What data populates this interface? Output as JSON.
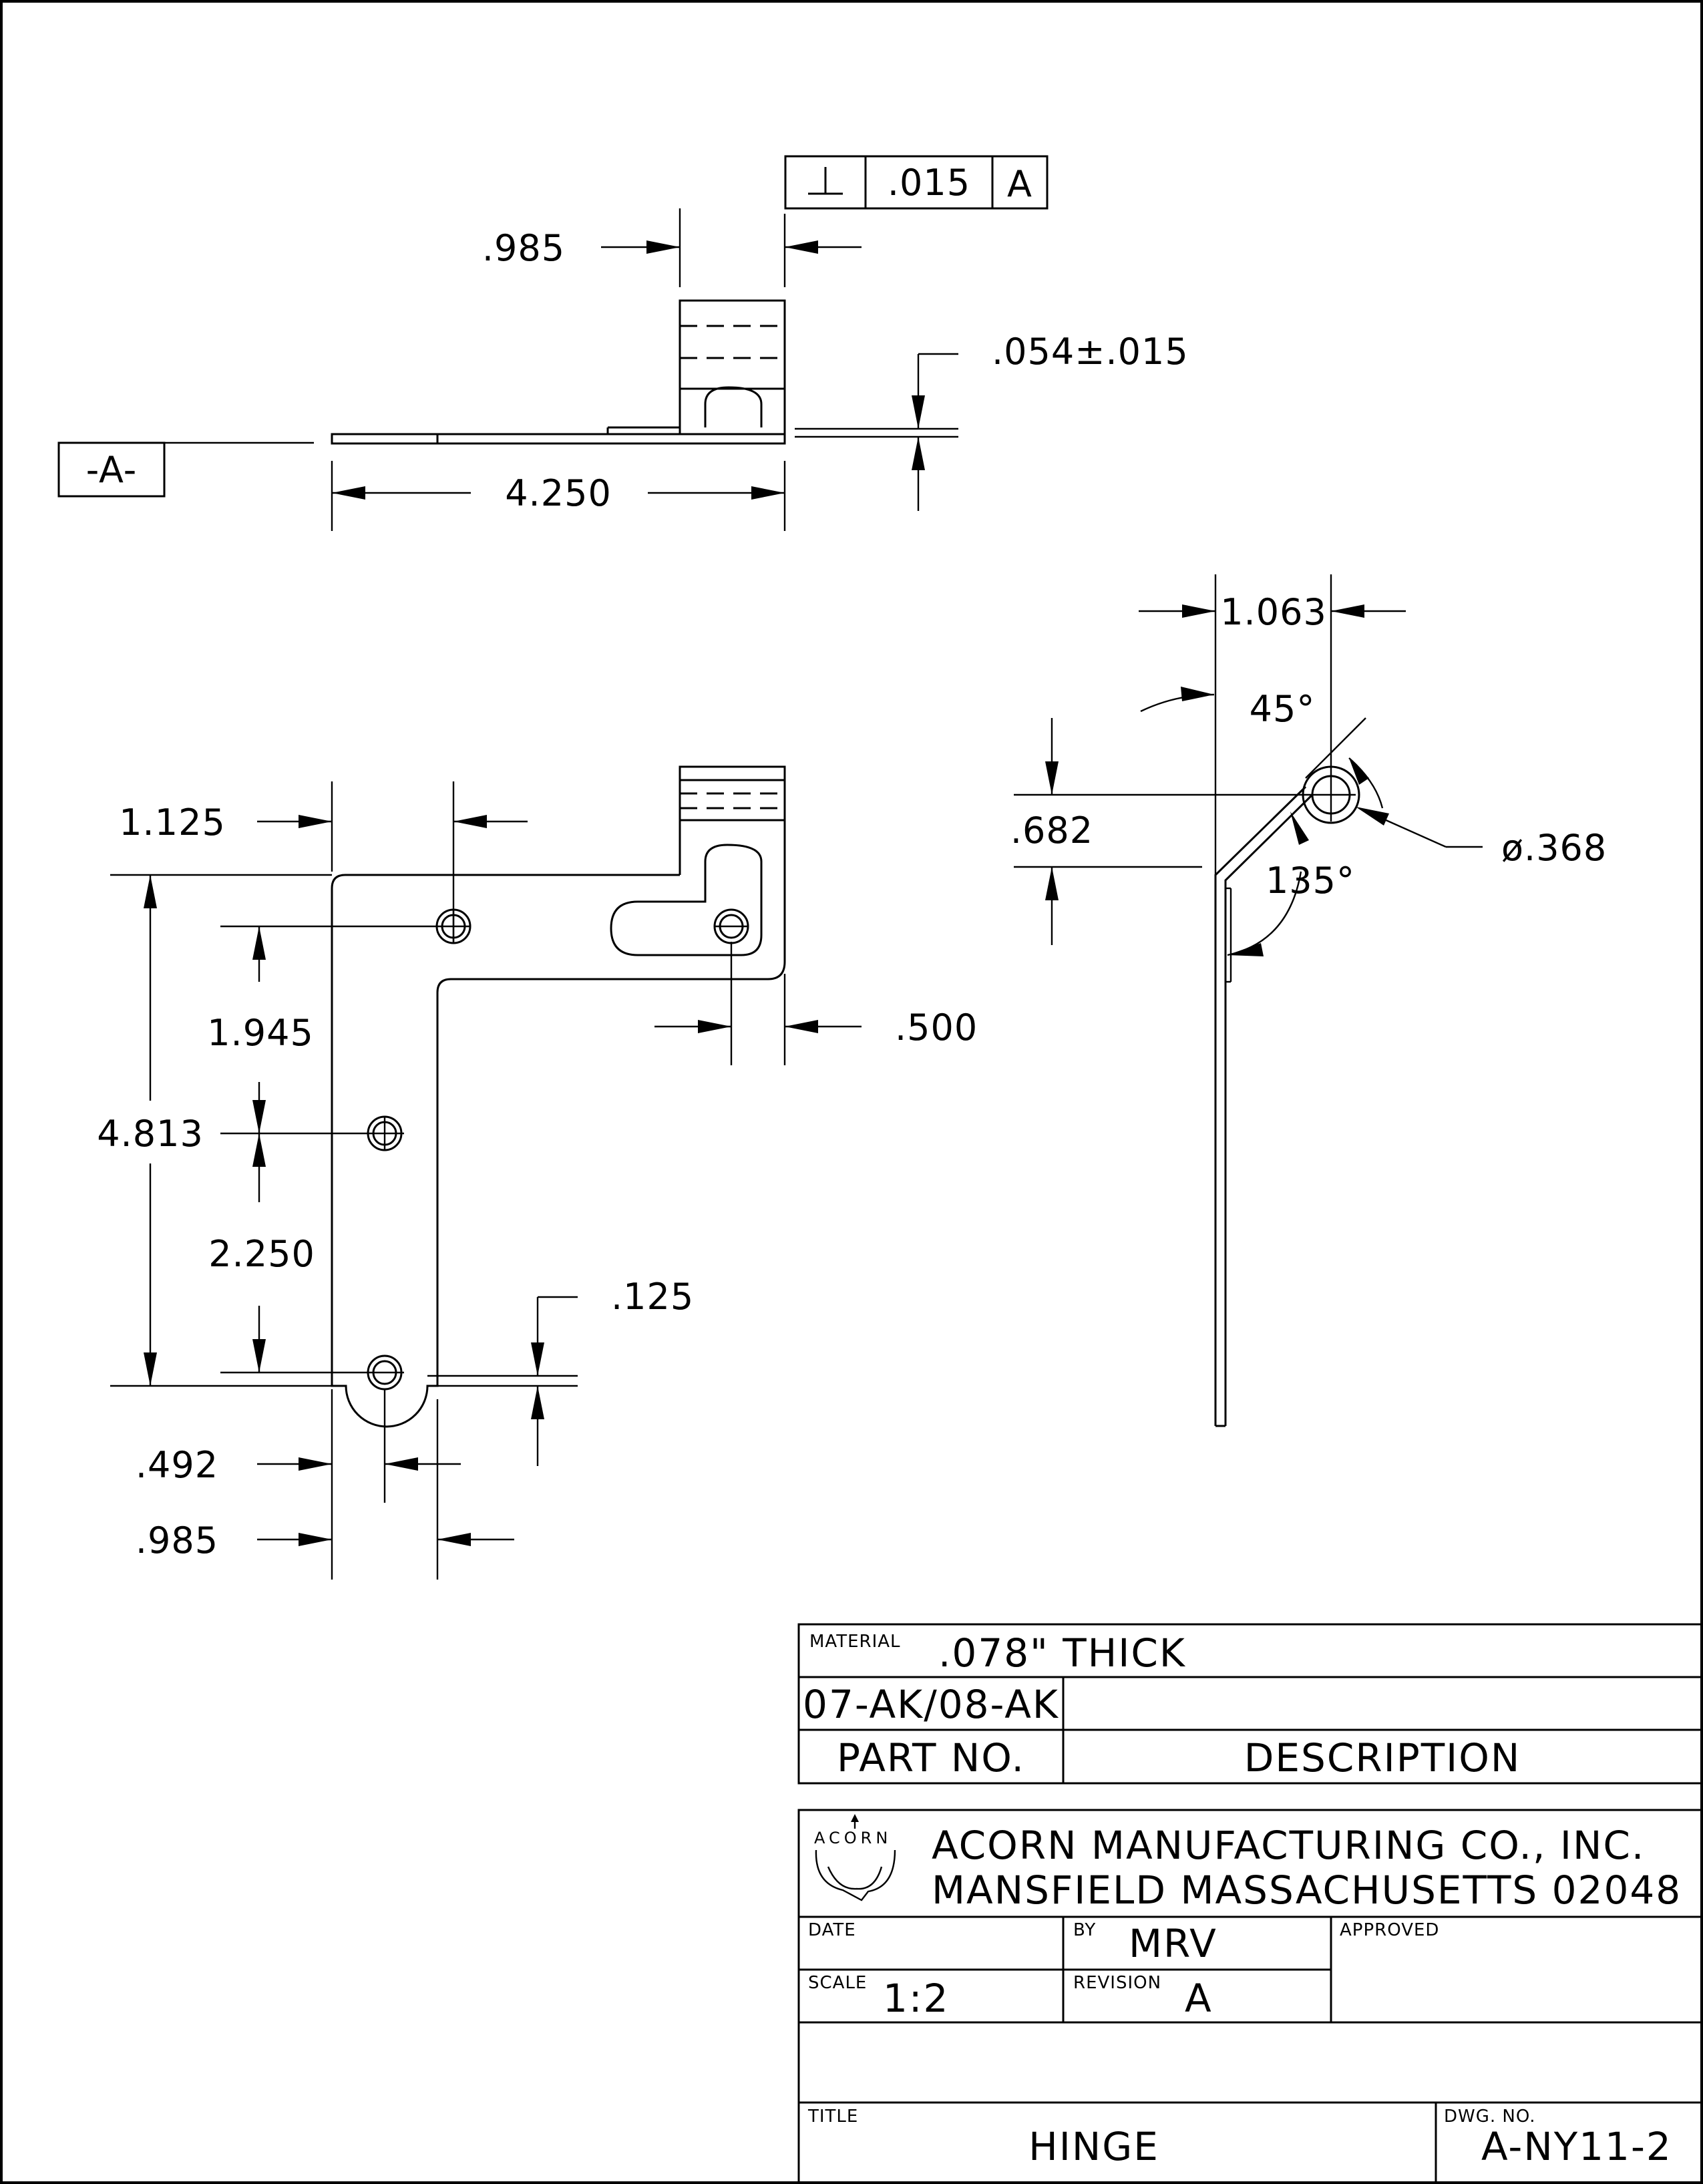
{
  "drawing": {
    "gdt_frame": {
      "symbol": "⊥",
      "tolerance": ".015",
      "datum": "A"
    },
    "datum_label": "-A-",
    "dimensions": {
      "top_width": ".985",
      "top_length": "4.250",
      "top_thickness": ".054±.015",
      "plan_1125": "1.125",
      "plan_1945": "1.945",
      "plan_4813": "4.813",
      "plan_2250": "2.250",
      "plan_125": ".125",
      "plan_492": ".492",
      "plan_985": ".985",
      "plan_500": ".500",
      "side_1063": "1.063",
      "side_45": "45°",
      "side_682": ".682",
      "side_368": "ø.368",
      "side_135": "135°"
    }
  },
  "title_block": {
    "material_label": "MATERIAL",
    "material_value": ".078\" THICK",
    "part_number": "07-AK/08-AK",
    "part_no_header": "PART NO.",
    "description_header": "DESCRIPTION",
    "logo_text": "ACORN",
    "company_line1": "ACORN MANUFACTURING CO., INC.",
    "company_line2": "MANSFIELD MASSACHUSETTS 02048",
    "date_label": "DATE",
    "by_label": "BY",
    "by_value": "MRV",
    "approved_label": "APPROVED",
    "scale_label": "SCALE",
    "scale_value": "1:2",
    "revision_label": "REVISION",
    "revision_value": "A",
    "title_label": "TITLE",
    "title_value": "HINGE",
    "dwg_no_label": "DWG. NO.",
    "dwg_no_value": "A-NY11-2"
  }
}
